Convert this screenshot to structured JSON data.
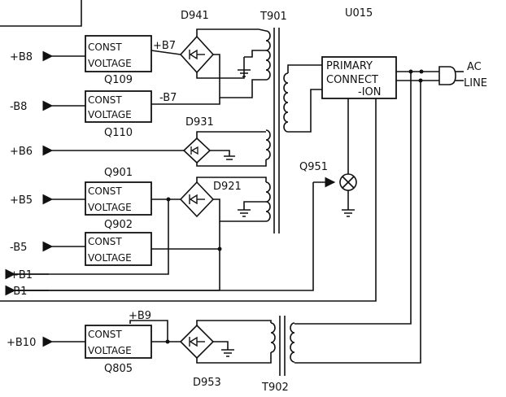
{
  "module": "U015",
  "transformers": {
    "t901": "T901",
    "t902": "T902"
  },
  "primary": {
    "line1": "PRIMARY",
    "line2": "CONNECT",
    "line3": "-ION"
  },
  "ac": {
    "line1": "AC",
    "line2": "LINE"
  },
  "boxes": {
    "q109": {
      "l1": "CONST",
      "l2": "VOLTAGE",
      "ref": "Q109"
    },
    "q110": {
      "l1": "CONST",
      "l2": "VOLTAGE",
      "ref": "Q110"
    },
    "q901": {
      "l1": "CONST",
      "l2": "VOLTAGE",
      "ref": "Q901"
    },
    "q902": {
      "l1": "CONST",
      "l2": "VOLTAGE",
      "ref": "Q902"
    },
    "q805": {
      "l1": "CONST",
      "l2": "VOLTAGE",
      "ref": "Q805"
    }
  },
  "rails": {
    "b8p": "+B8",
    "b8m": "-B8",
    "b6": "+B6",
    "b5p": "+B5",
    "b5m": "-B5",
    "b1p": "+B1",
    "b1m": "-B1",
    "b10": "+B10",
    "b7p": "+B7",
    "b7m": "-B7",
    "b9": "+B9"
  },
  "diodes": {
    "d941": "D941",
    "d931": "D931",
    "d921": "D921",
    "d953": "D953"
  },
  "lamp": "Q951"
}
